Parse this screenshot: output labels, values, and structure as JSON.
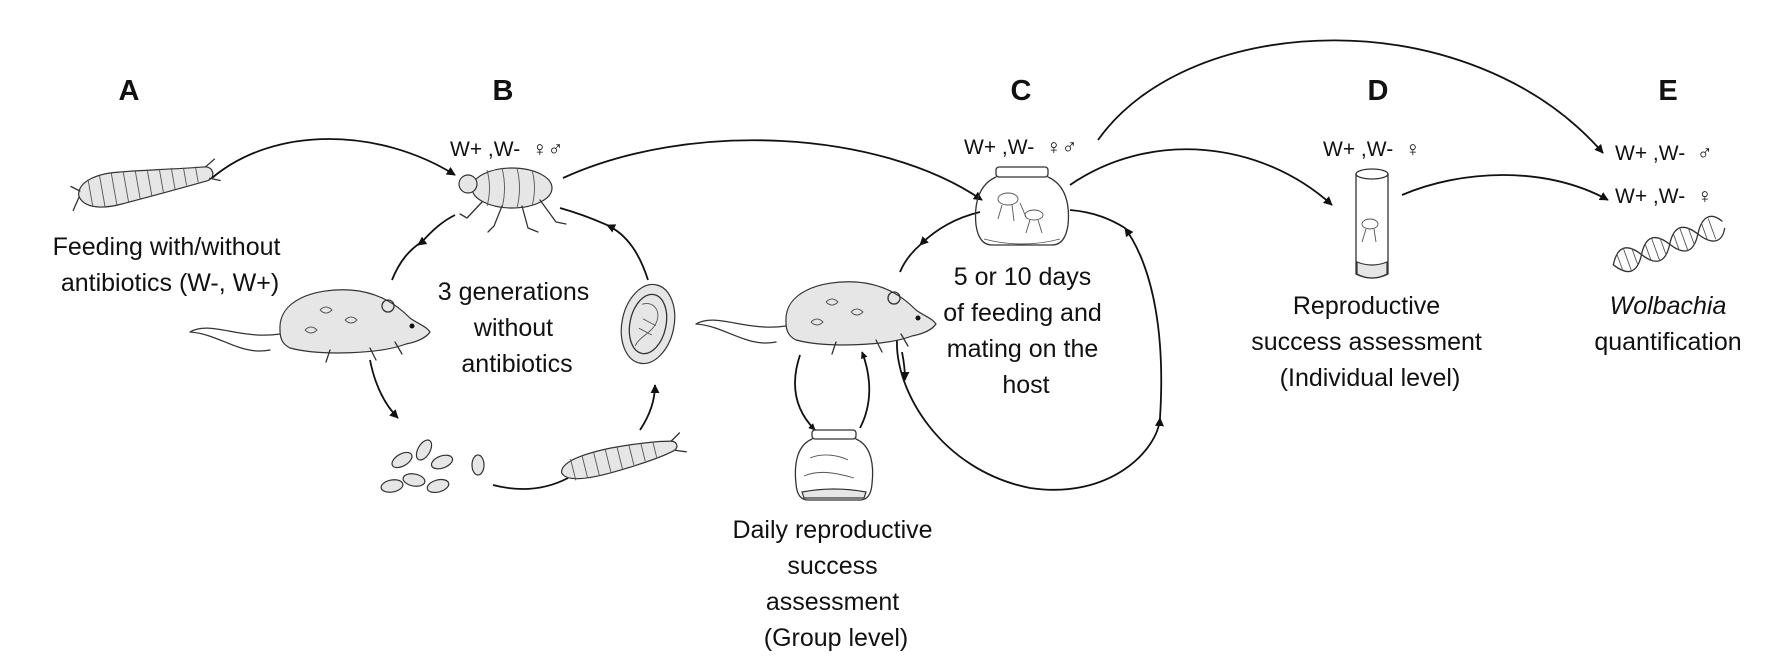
{
  "panels": {
    "A": {
      "letter": "A",
      "caption": [
        "Feeding with/without",
        "antibiotics (W-, W+)"
      ]
    },
    "B": {
      "letter": "B",
      "status": "W+ ,W-  ♀♂",
      "caption": [
        "3 generations",
        "without",
        "antibiotics"
      ]
    },
    "C": {
      "letter": "C",
      "status": "W+ ,W-  ♀♂",
      "caption": [
        "5 or 10 days",
        "of feeding and",
        "mating on the",
        "host"
      ],
      "subcaption": [
        "Daily reproductive",
        "success",
        "assessment",
        "(Group level)"
      ]
    },
    "D": {
      "letter": "D",
      "status": "W+ ,W-  ♀",
      "caption": [
        "Reproductive",
        "success assessment",
        "(Individual level)"
      ]
    },
    "E": {
      "letter": "E",
      "status_male": "W+ ,W-  ♂",
      "status_female": "W+ ,W-  ♀",
      "caption_italic": "Wolbachia",
      "caption": "quantification"
    }
  },
  "icons": [
    "flea-larva-icon",
    "adult-flea-icon",
    "mouse-host-icon",
    "flea-eggs-icon",
    "flea-pupa-icon",
    "glass-jar-icon",
    "glass-tube-icon",
    "dna-helix-icon"
  ],
  "colors": {
    "ink": "#111111",
    "background": "#ffffff"
  }
}
